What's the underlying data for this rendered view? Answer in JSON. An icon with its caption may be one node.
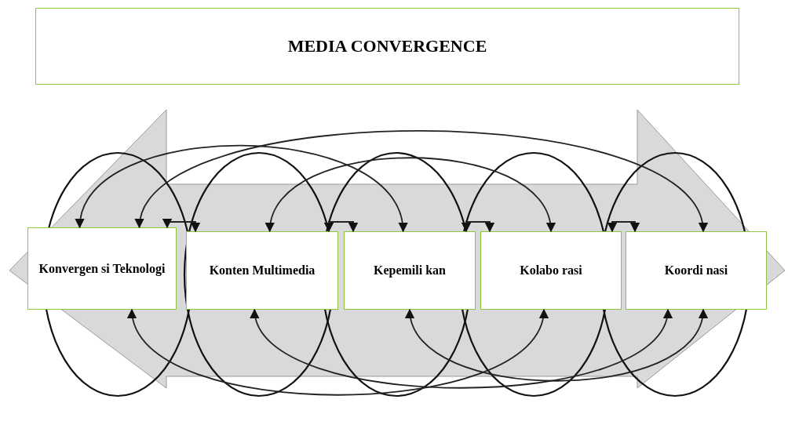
{
  "diagram": {
    "nodes": [
      {
        "text": [
          "MEDIA CONVERGENCE"
        ]
      },
      {
        "text": [
          "Konvergen si Teknologi"
        ]
      },
      {
        "text": [
          "Konten Multimedia"
        ]
      },
      {
        "text": [
          "Kepemili kan"
        ]
      },
      {
        "text": [
          "Kolabo rasi"
        ]
      },
      {
        "text": [
          "Koordi nasi"
        ]
      }
    ],
    "edges": [
      {
        "from": 1,
        "to": 2,
        "arrow": "both"
      },
      {
        "from": 2,
        "to": 3,
        "arrow": "both"
      },
      {
        "from": 3,
        "to": 4,
        "arrow": "both"
      },
      {
        "from": 4,
        "to": 5,
        "arrow": "both"
      },
      {
        "from": 1,
        "to": 3,
        "arrow": "both"
      },
      {
        "from": 2,
        "to": 4,
        "arrow": "both"
      },
      {
        "from": 1,
        "to": 5,
        "arrow": "both"
      },
      {
        "from": 1,
        "to": 4,
        "arrow": "both"
      },
      {
        "from": 2,
        "to": 5,
        "arrow": "both"
      },
      {
        "from": 3,
        "to": 5,
        "arrow": "both"
      },
      {
        "from": 1,
        "to": 5,
        "arrow": "both",
        "style": "thick",
        "color": "#d9d9d9"
      }
    ]
  }
}
